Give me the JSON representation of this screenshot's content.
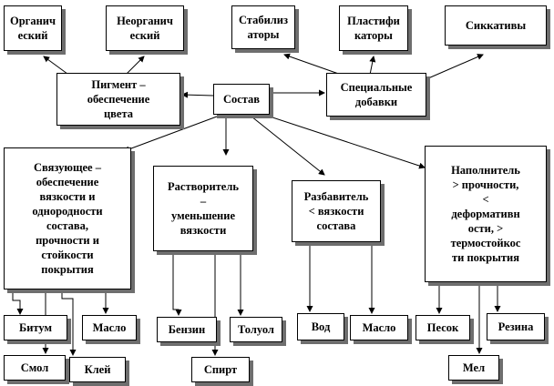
{
  "nodes": {
    "organic": "Органич\nеский",
    "inorganic": "Неорганич\nеский",
    "stabilizers": "Стабилиз\nаторы",
    "plasticizers": "Пластифи\nкаторы",
    "siccatives": "Сиккативы",
    "pigment": "Пигмент –\nобеспечение\nцвета",
    "composition": "Состав",
    "special": "Специальные\nдобавки",
    "binder": "Связующее –\nобеспечение\nвязкости и\nоднородности\nсостава,\nпрочности и\nстойкости\nпокрытия",
    "solvent": "Растворитель\n–\nуменьшение\nвязкости",
    "diluent": "Разбавитель\n< вязкости\nсостава",
    "filler": "Наполнитель\n> прочности,\n<\nдеформативн\nости, >\nтермостойкос\nти покрытия",
    "bitumen": "Битум",
    "oil1": "Масло",
    "resin": "Смол",
    "glue": "Клей",
    "benzene": "Бензин",
    "toluene": "Толуол",
    "alcohol": "Спирт",
    "water": "Вод",
    "oil2": "Масло",
    "sand": "Песок",
    "rubber": "Резина",
    "chalk": "Мел"
  },
  "colors": {
    "line": "#000000",
    "shadow": "#6e6e6e"
  }
}
